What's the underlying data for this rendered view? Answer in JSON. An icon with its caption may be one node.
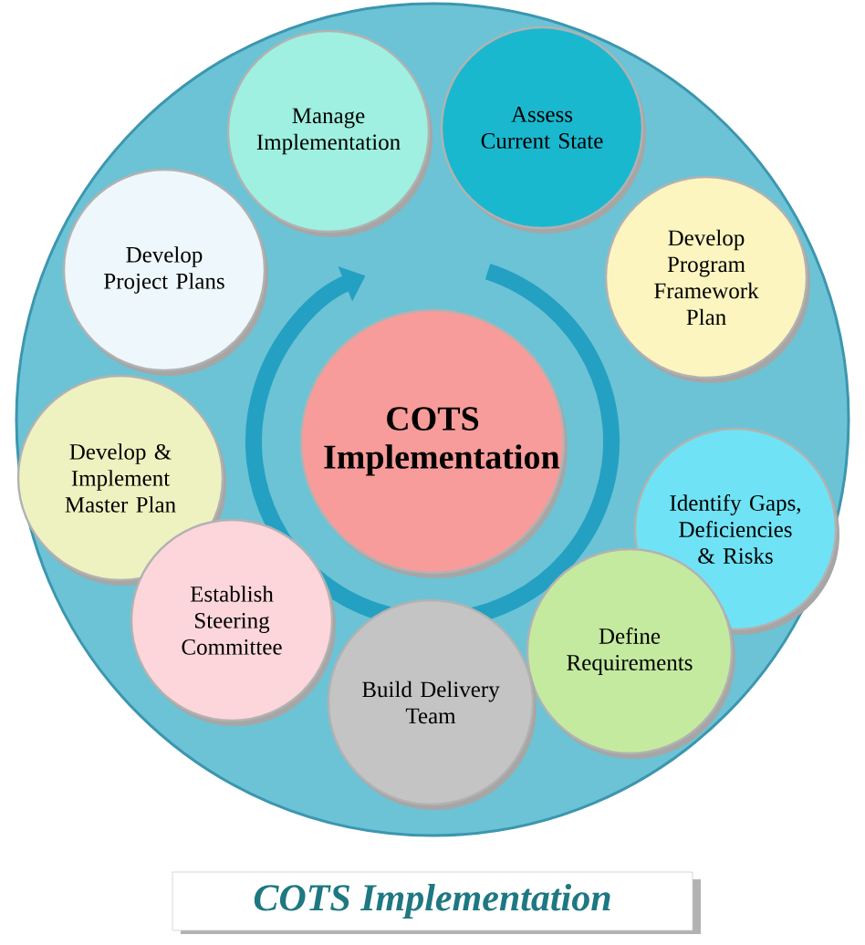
{
  "diagram": {
    "caption": "COTS Implementation",
    "nodes": [
      {
        "text": [],
        "shape": "circle"
      },
      {
        "text": [
          "Manage Implementation"
        ],
        "in": 0
      },
      {
        "text": [
          "Assess Current State"
        ],
        "in": 0
      },
      {
        "text": [
          "Develop Project Plans"
        ],
        "in": 0
      },
      {
        "text": [
          "Develop Program Framework Plan"
        ],
        "in": 0
      },
      {
        "text": [
          "COTS Implementation"
        ],
        "in": 0
      },
      {
        "text": [
          "Develop & Implement Master Plan"
        ],
        "in": 0
      },
      {
        "text": [
          "Identify Gaps, Deficiencies & Risks"
        ],
        "in": 0
      },
      {
        "text": [
          "Establish Steering Committee"
        ],
        "in": 0
      },
      {
        "text": [
          "Define Requirements"
        ],
        "in": 0
      },
      {
        "text": [
          "Build Delivery Team"
        ],
        "in": 0
      }
    ]
  }
}
